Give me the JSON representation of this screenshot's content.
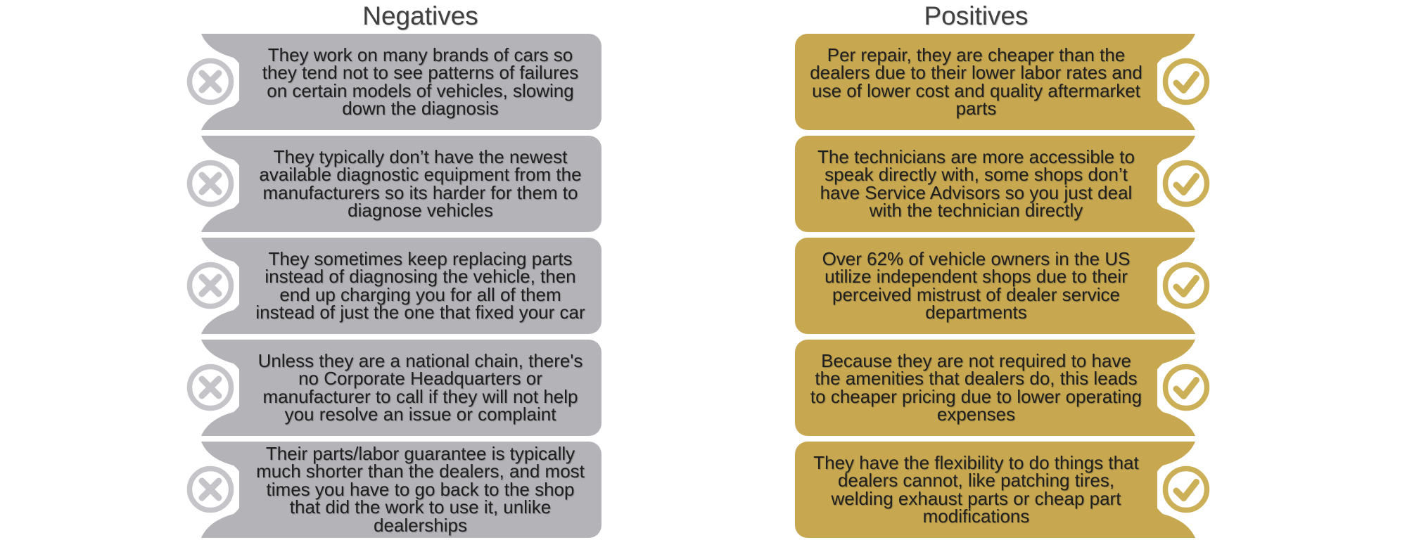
{
  "colors": {
    "negative_box": "#b3b3b8",
    "negative_icon": "#c5c5c9",
    "positive_box": "#c7a851",
    "positive_icon": "#ccb057",
    "body_text": "#1f1f1f",
    "title_text": "#404040",
    "background": "#ffffff"
  },
  "negatives": {
    "title": "Negatives",
    "icon": "cross-in-circle",
    "items": [
      {
        "text": "They work on many brands of cars so they tend not to see patterns of failures on certain models of vehicles, slowing down the diagnosis"
      },
      {
        "text": "They typically don’t have the newest available diagnostic equipment from the manufacturers so its harder for them to diagnose vehicles"
      },
      {
        "text": "They sometimes keep replacing parts instead of diagnosing the vehicle, then end up charging you for all of them instead of just the one that fixed your car"
      },
      {
        "text": "Unless they are a national chain, there's no Corporate Headquarters or manufacturer to call if they will not help you resolve an issue or complaint"
      },
      {
        "text": "Their parts/labor guarantee is typically much shorter than the dealers, and most times you have to go back to the shop that did the work to use it, unlike dealerships"
      }
    ]
  },
  "positives": {
    "title": "Positives",
    "icon": "check-in-circle",
    "items": [
      {
        "text": "Per repair, they are cheaper than the dealers due to their lower labor rates and use of lower cost and quality aftermarket parts"
      },
      {
        "text": "The technicians are more accessible to speak directly with, some shops don’t have Service Advisors so you just deal with the technician directly"
      },
      {
        "text": "Over 62% of vehicle owners in the US utilize independent shops due to their perceived mistrust of dealer service departments"
      },
      {
        "text": "Because they are not required to have the amenities that dealers do, this leads to cheaper pricing due to lower operating expenses"
      },
      {
        "text": "They have the flexibility to do things that dealers cannot, like patching tires, welding exhaust parts or cheap part modifications"
      }
    ]
  }
}
